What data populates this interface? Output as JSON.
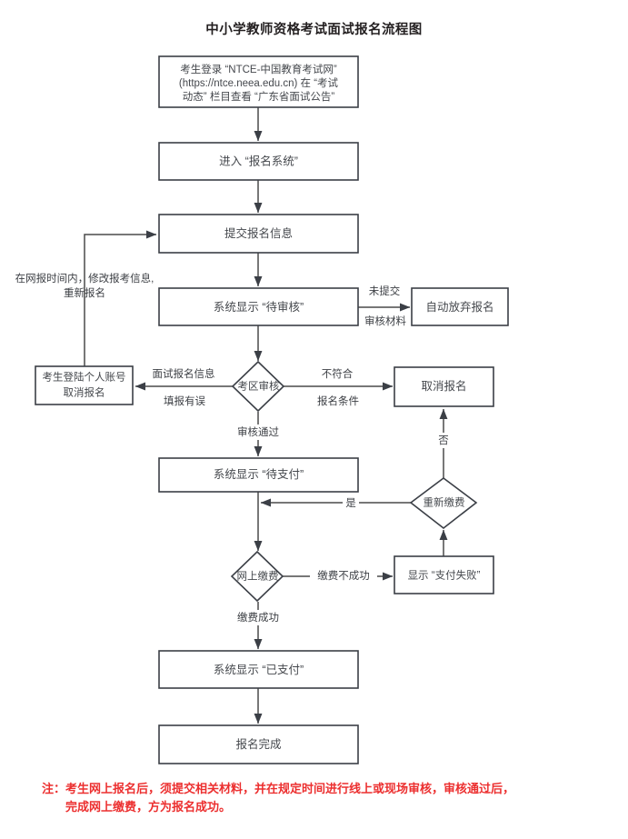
{
  "diagram": {
    "title": "中小学教师资格考试面试报名流程图",
    "type": "flowchart",
    "nodes": [
      {
        "id": "login",
        "shape": "rect",
        "lines": [
          "考生登录 “NTCE-中国教育考试网”",
          "(https://ntce.neea.edu.cn) 在 “考试",
          "动态” 栏目查看 “广东省面试公告”"
        ]
      },
      {
        "id": "enter-system",
        "shape": "rect",
        "lines": [
          "进入 “报名系统”"
        ]
      },
      {
        "id": "submit-info",
        "shape": "rect",
        "lines": [
          "提交报名信息"
        ]
      },
      {
        "id": "pending-review",
        "shape": "rect",
        "lines": [
          "系统显示 “待审核”"
        ]
      },
      {
        "id": "auto-abandon",
        "shape": "rect",
        "lines": [
          "自动放弃报名"
        ]
      },
      {
        "id": "cancel-self",
        "shape": "rect",
        "lines": [
          "考生登陆个人账号",
          "取消报名"
        ]
      },
      {
        "id": "district-review",
        "shape": "diamond",
        "lines": [
          "考区审核"
        ]
      },
      {
        "id": "cancel-registration",
        "shape": "rect",
        "lines": [
          "取消报名"
        ]
      },
      {
        "id": "pending-payment",
        "shape": "rect",
        "lines": [
          "系统显示 “待支付”"
        ]
      },
      {
        "id": "repay",
        "shape": "diamond",
        "lines": [
          "重新缴费"
        ]
      },
      {
        "id": "online-payment",
        "shape": "diamond",
        "lines": [
          "网上缴费"
        ]
      },
      {
        "id": "payment-failed",
        "shape": "rect",
        "lines": [
          "显示 “支付失败”"
        ]
      },
      {
        "id": "paid",
        "shape": "rect",
        "lines": [
          "系统显示 “已支付”"
        ]
      },
      {
        "id": "registration-done",
        "shape": "rect",
        "lines": [
          "报名完成"
        ]
      }
    ],
    "edge_labels": [
      {
        "id": "relogin-modify",
        "lines": [
          "在网报时间内，修改报考信息,",
          "重新报名"
        ]
      },
      {
        "id": "not-submitted",
        "lines": [
          "未提交",
          "审核材料"
        ]
      },
      {
        "id": "info-error",
        "lines": [
          "面试报名信息",
          "填报有误"
        ]
      },
      {
        "id": "not-qualified",
        "lines": [
          "不符合",
          "报名条件"
        ]
      },
      {
        "id": "review-passed",
        "lines": [
          "审核通过"
        ]
      },
      {
        "id": "repay-no",
        "lines": [
          "否"
        ]
      },
      {
        "id": "repay-yes",
        "lines": [
          "是"
        ]
      },
      {
        "id": "payment-unsuccessful",
        "lines": [
          "缴费不成功"
        ]
      },
      {
        "id": "payment-successful",
        "lines": [
          "缴费成功"
        ]
      }
    ],
    "note": {
      "line1": "注：考生网上报名后，须提交相关材料，并在规定时间进行线上或现场审核，审核通过后，",
      "line2": "完成网上缴费，方为报名成功。",
      "color": "#ec2f2f"
    },
    "colors": {
      "stroke": "#3b3f46",
      "edge": "#4a4a4a",
      "text": "#45484d",
      "title": "#231f20",
      "background": "#ffffff"
    }
  }
}
